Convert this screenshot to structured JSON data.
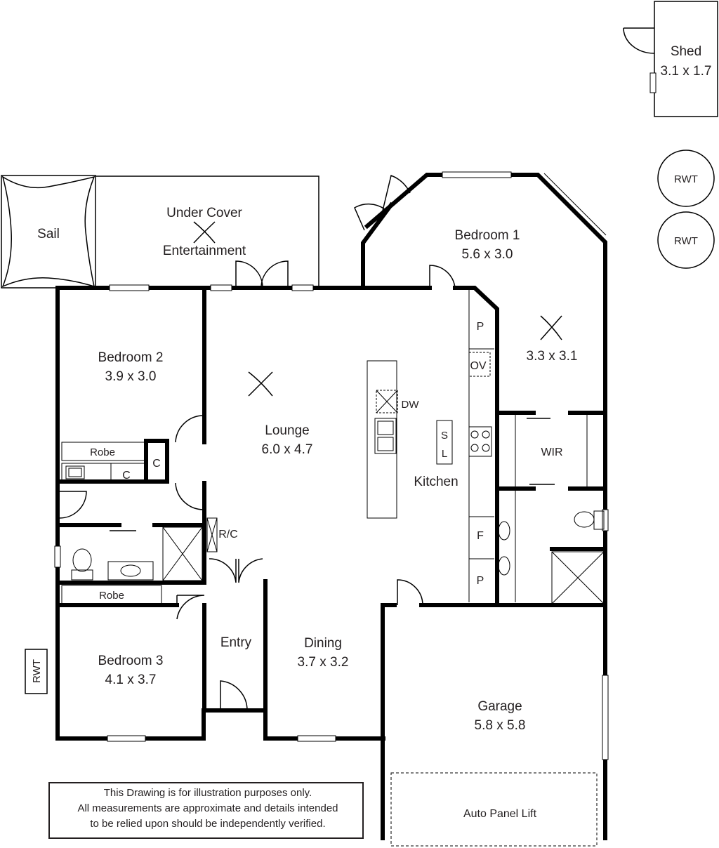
{
  "rooms": {
    "sail": "Sail",
    "under_cover_line1": "Under Cover",
    "under_cover_line2": "Entertainment",
    "bedroom1_name": "Bedroom 1",
    "bedroom1_size": "5.6 x 3.0",
    "bedroom1_alt_size": "3.3 x 3.1",
    "bedroom2_name": "Bedroom 2",
    "bedroom2_size": "3.9 x 3.0",
    "bedroom3_name": "Bedroom 3",
    "bedroom3_size": "4.1 x 3.7",
    "lounge_name": "Lounge",
    "lounge_size": "6.0 x 4.7",
    "kitchen_name": "Kitchen",
    "dining_name": "Dining",
    "dining_size": "3.7 x 3.2",
    "entry_name": "Entry",
    "garage_name": "Garage",
    "garage_size": "5.8 x 5.8",
    "shed_name": "Shed",
    "shed_size": "3.1 x 1.7",
    "wir": "WIR"
  },
  "fixtures": {
    "robe": "Robe",
    "cupboard": "C",
    "pantry": "P",
    "oven": "OV",
    "dishwasher": "DW",
    "fridge": "F",
    "sink": "S",
    "sink_l": "L",
    "rc": "R/C",
    "rwt": "RWT",
    "auto_panel_lift": "Auto Panel Lift"
  },
  "disclaimer": {
    "line1": "This Drawing is for illustration purposes only.",
    "line2": "All measurements are approximate and details intended",
    "line3": "to be relied upon should be independently verified."
  }
}
